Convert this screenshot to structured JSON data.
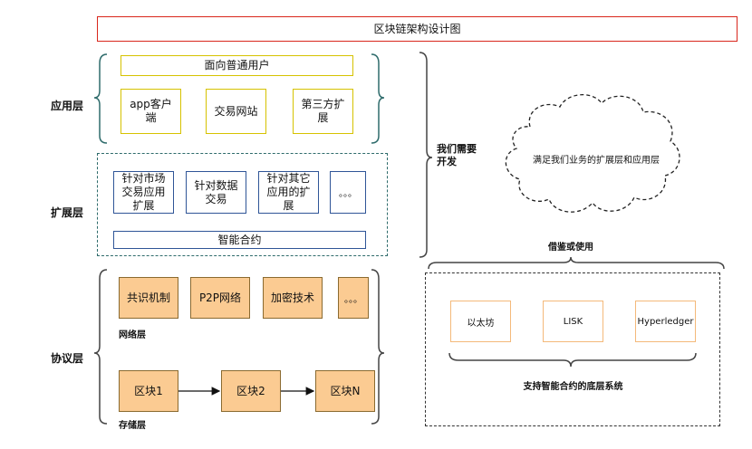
{
  "title": "区块链架构设计图",
  "layers": {
    "app": "应用层",
    "ext": "扩展层",
    "protocol": "协议层"
  },
  "application": {
    "top_box": "面向普通用户",
    "boxes": [
      "app客户端",
      "交易网站",
      "第三方扩展"
    ]
  },
  "extension": {
    "boxes": [
      "针对市场交易应用扩展",
      "针对数据交易",
      "针对其它应用的扩展",
      "。。。"
    ],
    "bottom_box": "智能合约"
  },
  "protocol": {
    "network_boxes": [
      "共识机制",
      "P2P网络",
      "加密技术",
      "。。。"
    ],
    "network_label": "网络层",
    "storage_boxes": [
      "区块1",
      "区块2",
      "区块N"
    ],
    "storage_label": "存储层"
  },
  "right": {
    "dev_label": "我们需要开发",
    "cloud_text": "满足我们业务的扩展层和应用层",
    "borrow_label": "借鉴或使用",
    "platforms": [
      "以太坊",
      "LISK",
      "Hyperledger"
    ],
    "platforms_caption": "支持智能合约的底层系统"
  }
}
